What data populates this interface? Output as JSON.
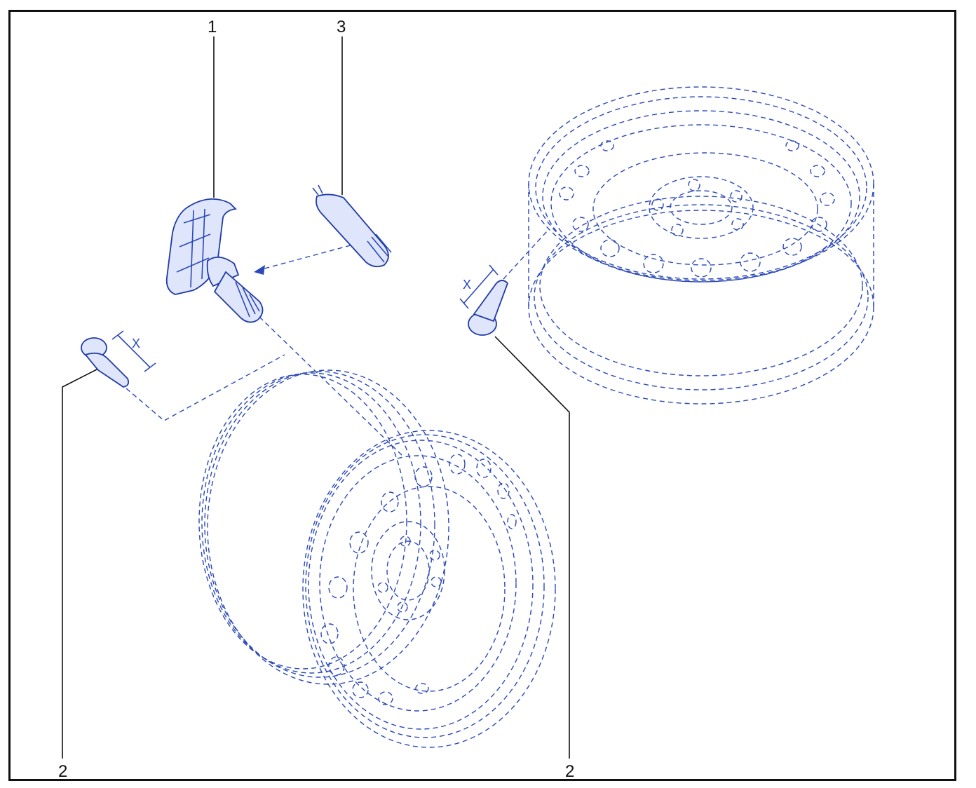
{
  "diagram": {
    "callouts": [
      {
        "id": "c1",
        "label": "1"
      },
      {
        "id": "c3",
        "label": "3"
      },
      {
        "id": "c2a",
        "label": "2"
      },
      {
        "id": "c2b",
        "label": "2"
      }
    ],
    "dimension_label": "X",
    "colors": {
      "line": "#2a48b8",
      "frame": "#111111",
      "leader": "#111111"
    }
  }
}
